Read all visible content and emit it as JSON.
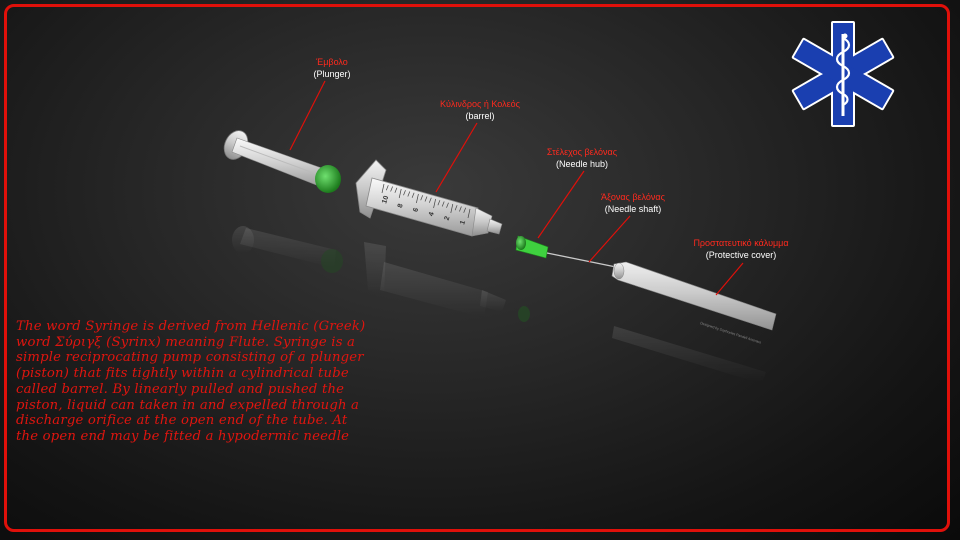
{
  "labels": {
    "plunger": {
      "greek": "Έμβολο",
      "english": "(Plunger)"
    },
    "barrel": {
      "greek": "Κύλινδρος ή Κολεός",
      "english": "(barrel)"
    },
    "needle_hub": {
      "greek": "Στέλεχος βελόνας",
      "english": "(Needle hub)"
    },
    "needle_shaft": {
      "greek": "Άξονας βελόνας",
      "english": "(Needle shaft)"
    },
    "protective_cover": {
      "greek": "Προστατευτικό κάλυμμα",
      "english": "(Protective cover)"
    }
  },
  "description": "The word Syringe is derived from Hellenic (Greek) word Σύριγξ (Syrinx) meaning Flute. Syringe is a simple reciprocating pump consisting of a plunger (piston) that fits tightly within a cylindrical tube called barrel. By linearly pulled and pushed the piston, liquid can taken in and expelled through a discharge orifice at the open end of the tube. At the open end may be fitted a hypodermic needle",
  "barrel_scale_numbers": [
    "10",
    "8",
    "6",
    "4",
    "2",
    "1"
  ],
  "colors": {
    "frame": "#e0100a",
    "label_greek": "#ff2a1e",
    "label_english": "#ffffff",
    "description_text": "#e0150f",
    "star_of_life": "#1a3fb0",
    "plunger_tip": "#2a9a2a",
    "needle_hub": "#3fd13f"
  },
  "icons": [
    "star-of-life-icon"
  ]
}
